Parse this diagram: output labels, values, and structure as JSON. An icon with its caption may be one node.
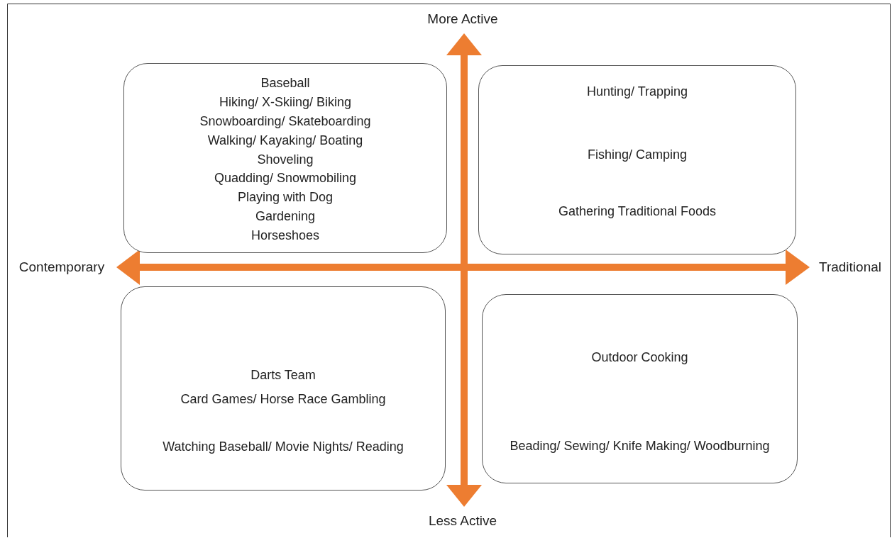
{
  "diagram": {
    "nodes": [
      {
        "text": [
          "Baseball",
          "Hiking/ X-Skiing/ Biking",
          "Snowboarding/ Skateboarding",
          "Walking/ Kayaking/ Boating",
          "Shoveling",
          "Quadding/ Snowmobiling",
          "Playing with Dog",
          "Gardening",
          "Horseshoes"
        ]
      },
      {
        "text": [
          "Hunting/ Trapping",
          "Fishing/ Camping",
          "Gathering Traditional Foods"
        ]
      },
      {
        "text": [
          "Darts Team",
          "Card Games/ Horse Race Gambling",
          "Watching Baseball/ Movie Nights/ Reading"
        ]
      },
      {
        "text": [
          "Outdoor Cooking",
          "Beading/ Sewing/ Knife Making/ Woodburning"
        ]
      }
    ],
    "labels": [
      "More Active",
      "Contemporary",
      "Traditional",
      "Less Active"
    ]
  }
}
